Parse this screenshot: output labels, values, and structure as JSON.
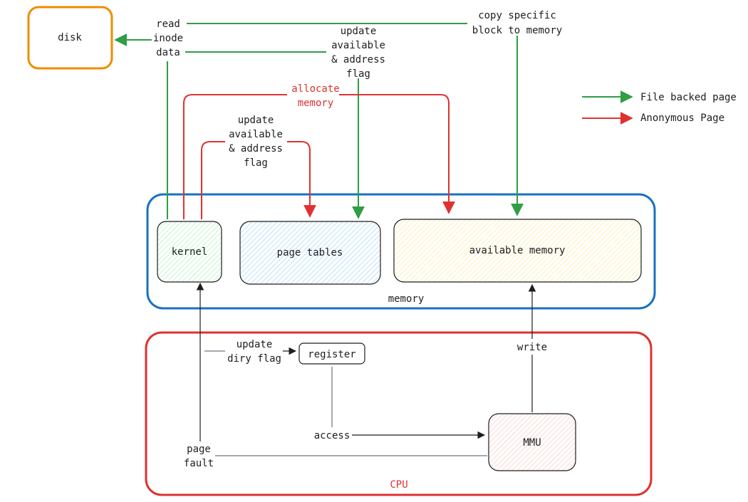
{
  "colors": {
    "file_backed": "#2f9e44",
    "anonymous": "#e03131",
    "memory_border": "#1971c2",
    "cpu_border": "#e03131",
    "disk_border": "#f08c00",
    "control": "#1e1e1e",
    "neutral_line": "#868e96"
  },
  "nodes": {
    "disk": "disk",
    "kernel": "kernel",
    "page_tables": "page tables",
    "available_memory": "available memory",
    "memory": "memory",
    "register": "register",
    "mmu": "MMU",
    "cpu": "CPU"
  },
  "labels": {
    "read_inode_data": [
      "read",
      "inode",
      "data"
    ],
    "copy_block": [
      "copy specific",
      "block to memory"
    ],
    "update_flag_file": [
      "update",
      "available",
      "& address",
      "flag"
    ],
    "allocate_memory": [
      "allocate",
      "memory"
    ],
    "update_flag_anon": [
      "update",
      "available",
      "& address",
      "flag"
    ],
    "update_dirty_flag": [
      "update",
      "diry flag"
    ],
    "access": "access",
    "write": "write",
    "page_fault": [
      "page",
      "fault"
    ]
  },
  "legend": [
    {
      "label": "File backed page",
      "color": "#2f9e44"
    },
    {
      "label": "Anonymous Page",
      "color": "#e03131"
    }
  ]
}
